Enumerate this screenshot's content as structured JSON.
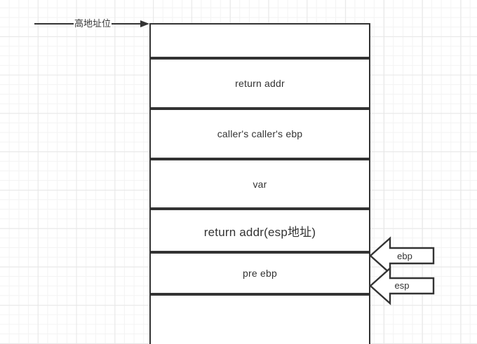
{
  "diagram": {
    "annotations": {
      "high_address": {
        "label": "高地址位"
      }
    },
    "stack": {
      "rows": [
        {
          "label": ""
        },
        {
          "label": "return addr"
        },
        {
          "label": "caller's caller's ebp"
        },
        {
          "label": "var"
        },
        {
          "label": "return addr(esp地址)"
        },
        {
          "label": "pre ebp"
        },
        {
          "label": ""
        }
      ]
    },
    "registers": {
      "ebp": {
        "label": "ebp"
      },
      "esp": {
        "label": "esp"
      }
    },
    "colors": {
      "stroke": "#333333",
      "text": "#333333",
      "shape_fill": "#ffffff",
      "grid_minor": "#f3f3f3",
      "grid_major": "#e7e7e7"
    }
  }
}
